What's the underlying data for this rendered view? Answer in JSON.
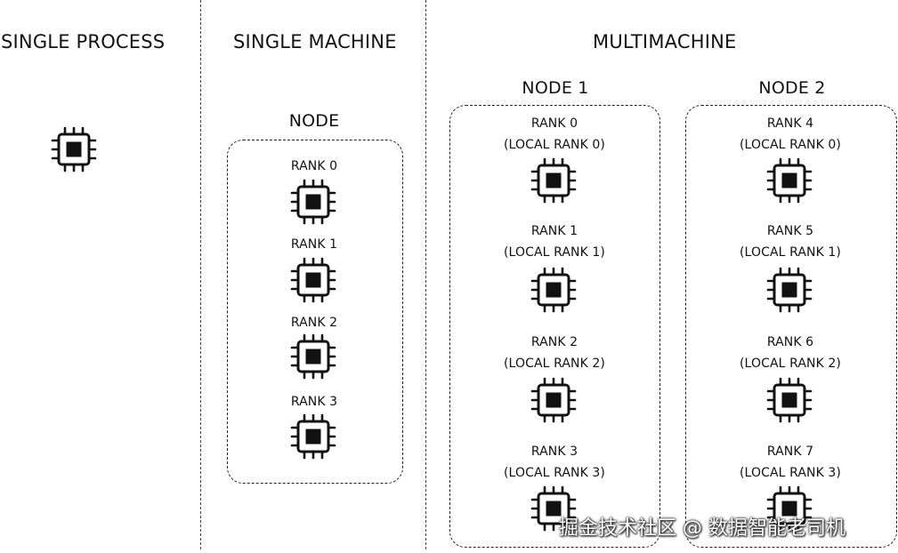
{
  "sections": {
    "single_process": "SINGLE PROCESS",
    "single_machine": "SINGLE MACHINE",
    "multimachine": "MULTIMACHINE"
  },
  "single_machine_node": {
    "title": "NODE",
    "ranks": [
      "RANK 0",
      "RANK 1",
      "RANK 2",
      "RANK 3"
    ]
  },
  "multimachine_nodes": [
    {
      "title": "NODE 1",
      "ranks": [
        {
          "rank": "RANK 0",
          "local": "(LOCAL RANK 0)"
        },
        {
          "rank": "RANK 1",
          "local": "(LOCAL RANK 1)"
        },
        {
          "rank": "RANK 2",
          "local": "(LOCAL RANK 2)"
        },
        {
          "rank": "RANK 3",
          "local": "(LOCAL RANK 3)"
        }
      ]
    },
    {
      "title": "NODE 2",
      "ranks": [
        {
          "rank": "RANK 4",
          "local": "(LOCAL RANK 0)"
        },
        {
          "rank": "RANK 5",
          "local": "(LOCAL RANK 1)"
        },
        {
          "rank": "RANK 6",
          "local": "(LOCAL RANK 2)"
        },
        {
          "rank": "RANK 7",
          "local": "(LOCAL RANK 3)"
        }
      ]
    }
  ],
  "watermark": "掘金技术社区 @ 数据智能老司机",
  "icons": {
    "processor": "cpu-chip-icon"
  },
  "colors": {
    "ink": "#111111",
    "background": "#ffffff"
  }
}
